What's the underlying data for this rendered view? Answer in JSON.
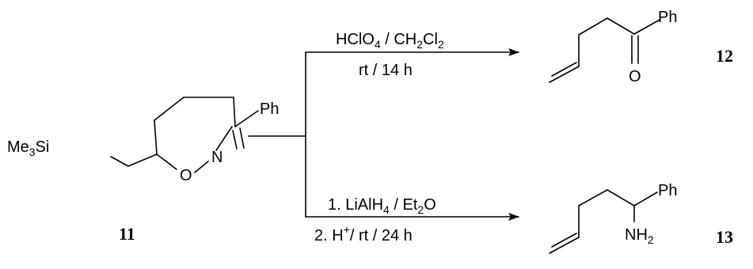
{
  "compounds": {
    "c11": {
      "number": "11",
      "labels": {
        "si_prefix": "Me",
        "si_sub": "3",
        "si": "Si",
        "ph": "Ph",
        "o": "O",
        "n": "N"
      }
    },
    "c12": {
      "number": "12",
      "labels": {
        "ph": "Ph",
        "o": "O"
      }
    },
    "c13": {
      "number": "13",
      "labels": {
        "ph": "Ph",
        "nh": "NH",
        "nh_sub": "2"
      }
    }
  },
  "conditions": {
    "upper": {
      "line1": {
        "a": "HClO",
        "a_sub": "4",
        "b": " / CH",
        "b_sub": "2",
        "c": "Cl",
        "c_sub": "2"
      },
      "line2": "rt / 14 h"
    },
    "lower": {
      "line1": {
        "a": "1. LiAlH",
        "a_sub": "4",
        "b": " / Et",
        "b_sub": "2",
        "c": "O"
      },
      "line2": {
        "a": "2. H",
        "a_sup": "+",
        "b": "/ rt / 24 h"
      }
    }
  }
}
